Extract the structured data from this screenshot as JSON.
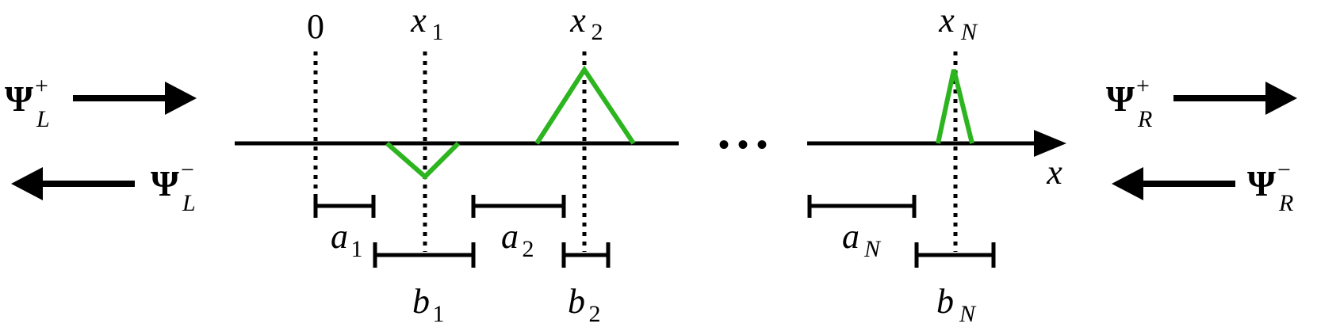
{
  "colors": {
    "line": "#000000",
    "barrier": "#2db51f"
  },
  "labels": {
    "origin": "0",
    "x": "x",
    "ellipsis": "• • •",
    "x_sub": [
      "1",
      "2",
      "N"
    ],
    "a": "a",
    "a_sub": [
      "1",
      "2",
      "N"
    ],
    "b": "b",
    "b_sub": [
      "1",
      "2",
      "N"
    ],
    "psi": "Ψ",
    "psi_L_plus_sup": "+",
    "psi_L_plus_sub": "L",
    "psi_L_minus_sup": "−",
    "psi_L_minus_sub": "L",
    "psi_R_plus_sup": "+",
    "psi_R_plus_sub": "R",
    "psi_R_minus_sup": "−",
    "psi_R_minus_sub": "R"
  }
}
